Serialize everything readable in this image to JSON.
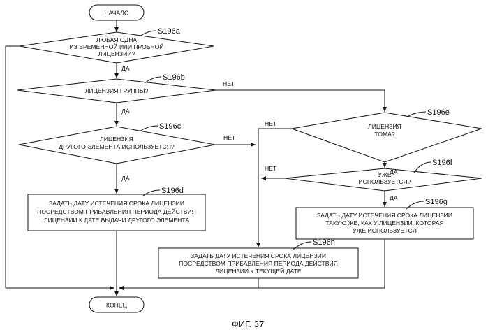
{
  "nodes": {
    "start": "НАЧАЛО",
    "d196a": [
      "ЛЮБАЯ ОДНА",
      "ИЗ ВРЕМЕННОЙ ИЛИ ПРОБНОЙ",
      "ЛИЦЕНЗИИ?"
    ],
    "d196b": [
      "ЛИЦЕНЗИЯ ГРУППЫ?"
    ],
    "d196c": [
      "ЛИЦЕНЗИЯ",
      "ДРУГОГО ЭЛЕМЕНТА ИСПОЛЬЗУЕТСЯ?"
    ],
    "p196d": [
      "ЗАДАТЬ ДАТУ ИСТЕЧЕНИЯ СРОКА ЛИЦЕНЗИИ",
      "ПОСРЕДСТВОМ ПРИБАВЛЕНИЯ ПЕРИОДА ДЕЙСТВИЯ",
      "ЛИЦЕНЗИИ К ДАТЕ ВЫДАЧИ ДРУГОГО ЭЛЕМЕНТА"
    ],
    "d196e": [
      "ЛИЦЕНЗИЯ",
      "ТОМА?"
    ],
    "d196f": [
      "УЖЕ",
      "ИСПОЛЬЗУЕТСЯ?"
    ],
    "p196g": [
      "ЗАДАТЬ ДАТУ ИСТЕЧЕНИЯ СРОКА ЛИЦЕНЗИИ",
      "ТАКУЮ ЖЕ, КАК У ЛИЦЕНЗИИ, КОТОРАЯ",
      "УЖЕ ИСПОЛЬЗУЕТСЯ"
    ],
    "p196h": [
      "ЗАДАТЬ ДАТУ ИСТЕЧЕНИЯ СРОКА ЛИЦЕНЗИИ",
      "ПОСРЕДСТВОМ ПРИБАВЛЕНИЯ ПЕРИОДА ДЕЙСТВИЯ",
      "ЛИЦЕНЗИИ К ТЕКУЩЕЙ ДАТЕ"
    ],
    "end": "КОНЕЦ"
  },
  "steps": {
    "s196a": "S196a",
    "s196b": "S196b",
    "s196c": "S196c",
    "s196d": "S196d",
    "s196e": "S196e",
    "s196f": "S196f",
    "s196g": "S196g",
    "s196h": "S196h"
  },
  "edges": {
    "yes": "ДА",
    "no": "НЕТ"
  },
  "figure_caption": "ФИГ. 37"
}
